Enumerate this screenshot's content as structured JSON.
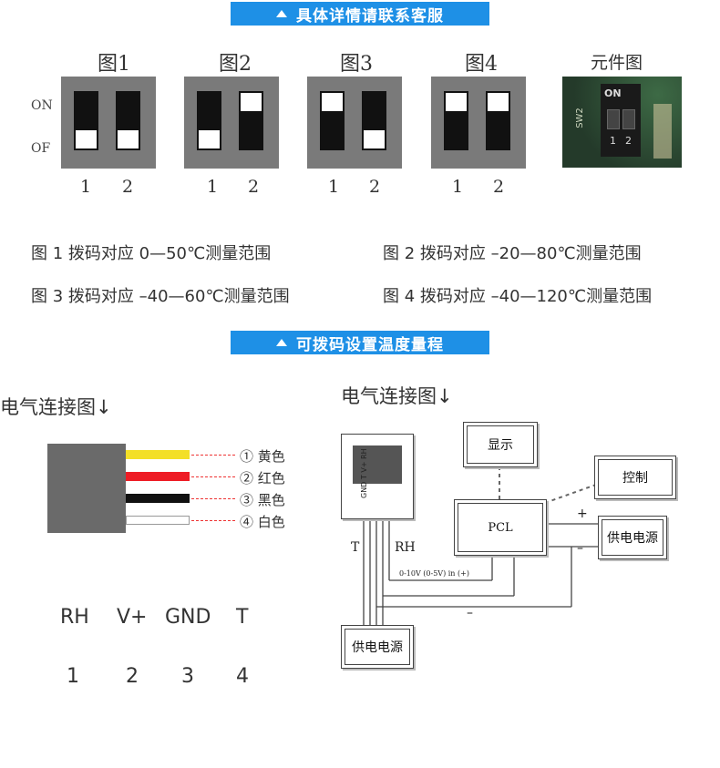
{
  "banners": {
    "top": "具体详情请联系客服",
    "middle": "可拨码设置温度量程"
  },
  "dip": {
    "on_label": "ON",
    "off_label": "OF",
    "figures": [
      {
        "label": "图1",
        "switch1": "OFF",
        "switch2": "OFF",
        "n1": "1",
        "n2": "2"
      },
      {
        "label": "图2",
        "switch1": "OFF",
        "switch2": "ON",
        "n1": "1",
        "n2": "2"
      },
      {
        "label": "图3",
        "switch1": "ON",
        "switch2": "OFF",
        "n1": "1",
        "n2": "2"
      },
      {
        "label": "图4",
        "switch1": "ON",
        "switch2": "ON",
        "n1": "1",
        "n2": "2"
      }
    ],
    "component_label": "元件图",
    "photo_text": {
      "on": "ON",
      "n1": "1",
      "n2": "2",
      "sw": "SW2"
    }
  },
  "ranges": [
    "图 1 拨码对应 0—50℃测量范围",
    "图 2 拨码对应 –20—80℃测量范围",
    "图 3 拨码对应 –40—60℃测量范围",
    "图 4 拨码对应 –40—120℃测量范围"
  ],
  "wiring_left": {
    "title": "电气连接图↓",
    "wires": [
      {
        "label": "① 黄色",
        "color": "#f3df27"
      },
      {
        "label": "② 红色",
        "color": "#ee1c25"
      },
      {
        "label": "③ 黑色",
        "color": "#111111"
      },
      {
        "label": "④ 白色",
        "color": "#ffffff"
      }
    ],
    "pins": [
      "RH",
      "V+",
      "GND",
      "T"
    ],
    "pin_numbers": [
      "1",
      "2",
      "3",
      "4"
    ]
  },
  "wiring_right": {
    "title": "电气连接图↓",
    "display": "显示",
    "control": "控制",
    "pcl": "PCL",
    "power_right": "供电电源",
    "power_bottom": "供电电源",
    "t_label": "T",
    "rh_label": "RH",
    "signal": "0-10V (0-5V) in (+)",
    "plus": "+",
    "minus": "–",
    "minus_bottom": "–",
    "sensor_pins": "GND T V+ RH"
  }
}
